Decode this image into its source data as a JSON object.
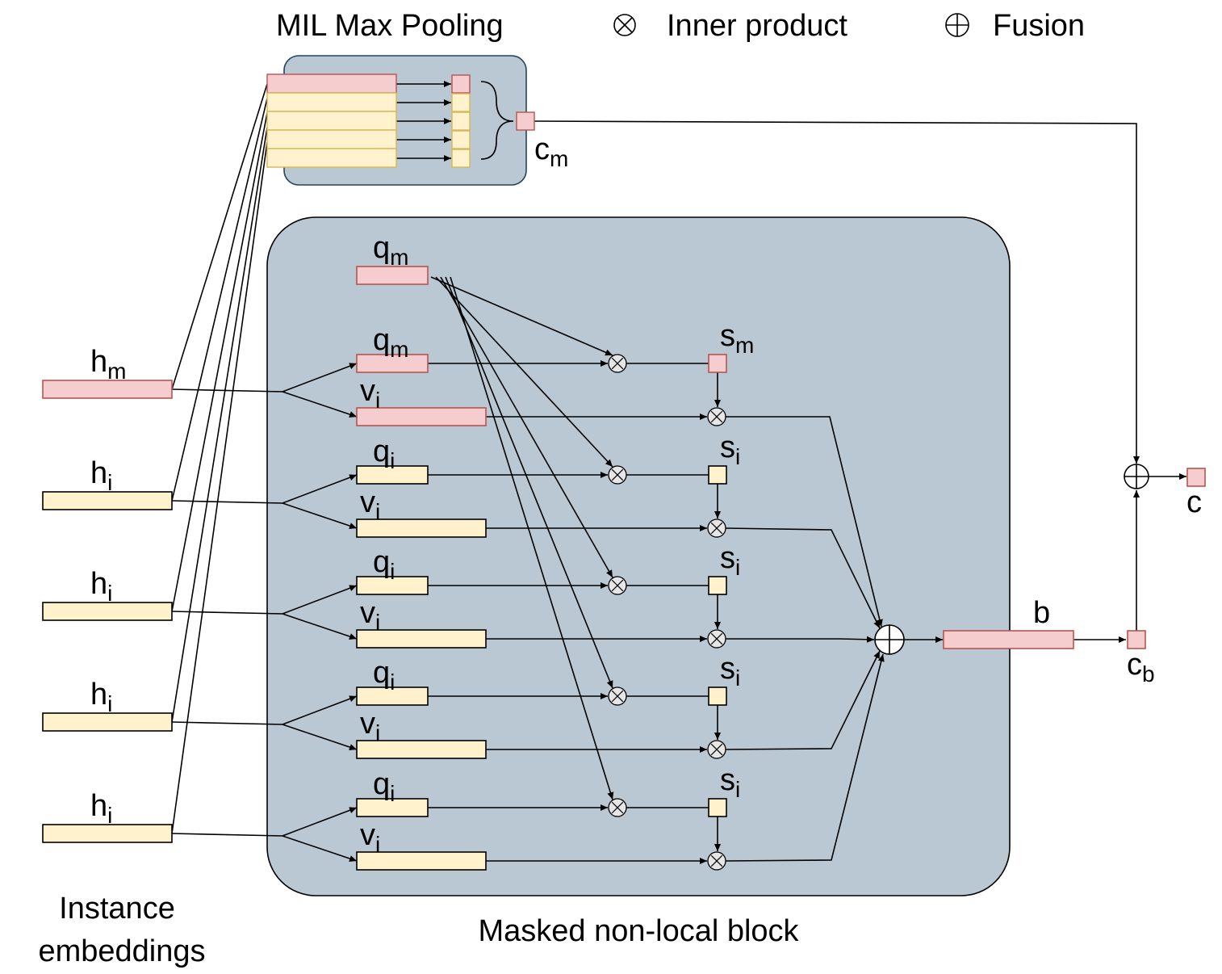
{
  "legend": {
    "pooling": "MIL Max Pooling",
    "inner_product": "Inner product",
    "fusion": "Fusion"
  },
  "embeddings": [
    {
      "label": "h",
      "sub": "m"
    },
    {
      "label": "h",
      "sub": "i"
    },
    {
      "label": "h",
      "sub": "i"
    },
    {
      "label": "h",
      "sub": "i"
    },
    {
      "label": "h",
      "sub": "i"
    }
  ],
  "block": {
    "top_query": {
      "label": "q",
      "sub": "m"
    },
    "rows": [
      {
        "q": "q",
        "q_sub": "m",
        "v": "v",
        "v_sub": "i",
        "s": "s",
        "s_sub": "m"
      },
      {
        "q": "q",
        "q_sub": "i",
        "v": "v",
        "v_sub": "i",
        "s": "s",
        "s_sub": "i"
      },
      {
        "q": "q",
        "q_sub": "i",
        "v": "v",
        "v_sub": "i",
        "s": "s",
        "s_sub": "i"
      },
      {
        "q": "q",
        "q_sub": "i",
        "v": "v",
        "v_sub": "i",
        "s": "s",
        "s_sub": "i"
      },
      {
        "q": "q",
        "q_sub": "i",
        "v": "v",
        "v_sub": "i",
        "s": "s",
        "s_sub": "i"
      }
    ],
    "b_label": "b"
  },
  "outputs": {
    "cm": {
      "label": "c",
      "sub": "m"
    },
    "cb": {
      "label": "c",
      "sub": "b"
    },
    "c": {
      "label": "c"
    }
  },
  "captions": {
    "embeddings": [
      "Instance",
      "embeddings"
    ],
    "block": "Masked non-local block"
  }
}
